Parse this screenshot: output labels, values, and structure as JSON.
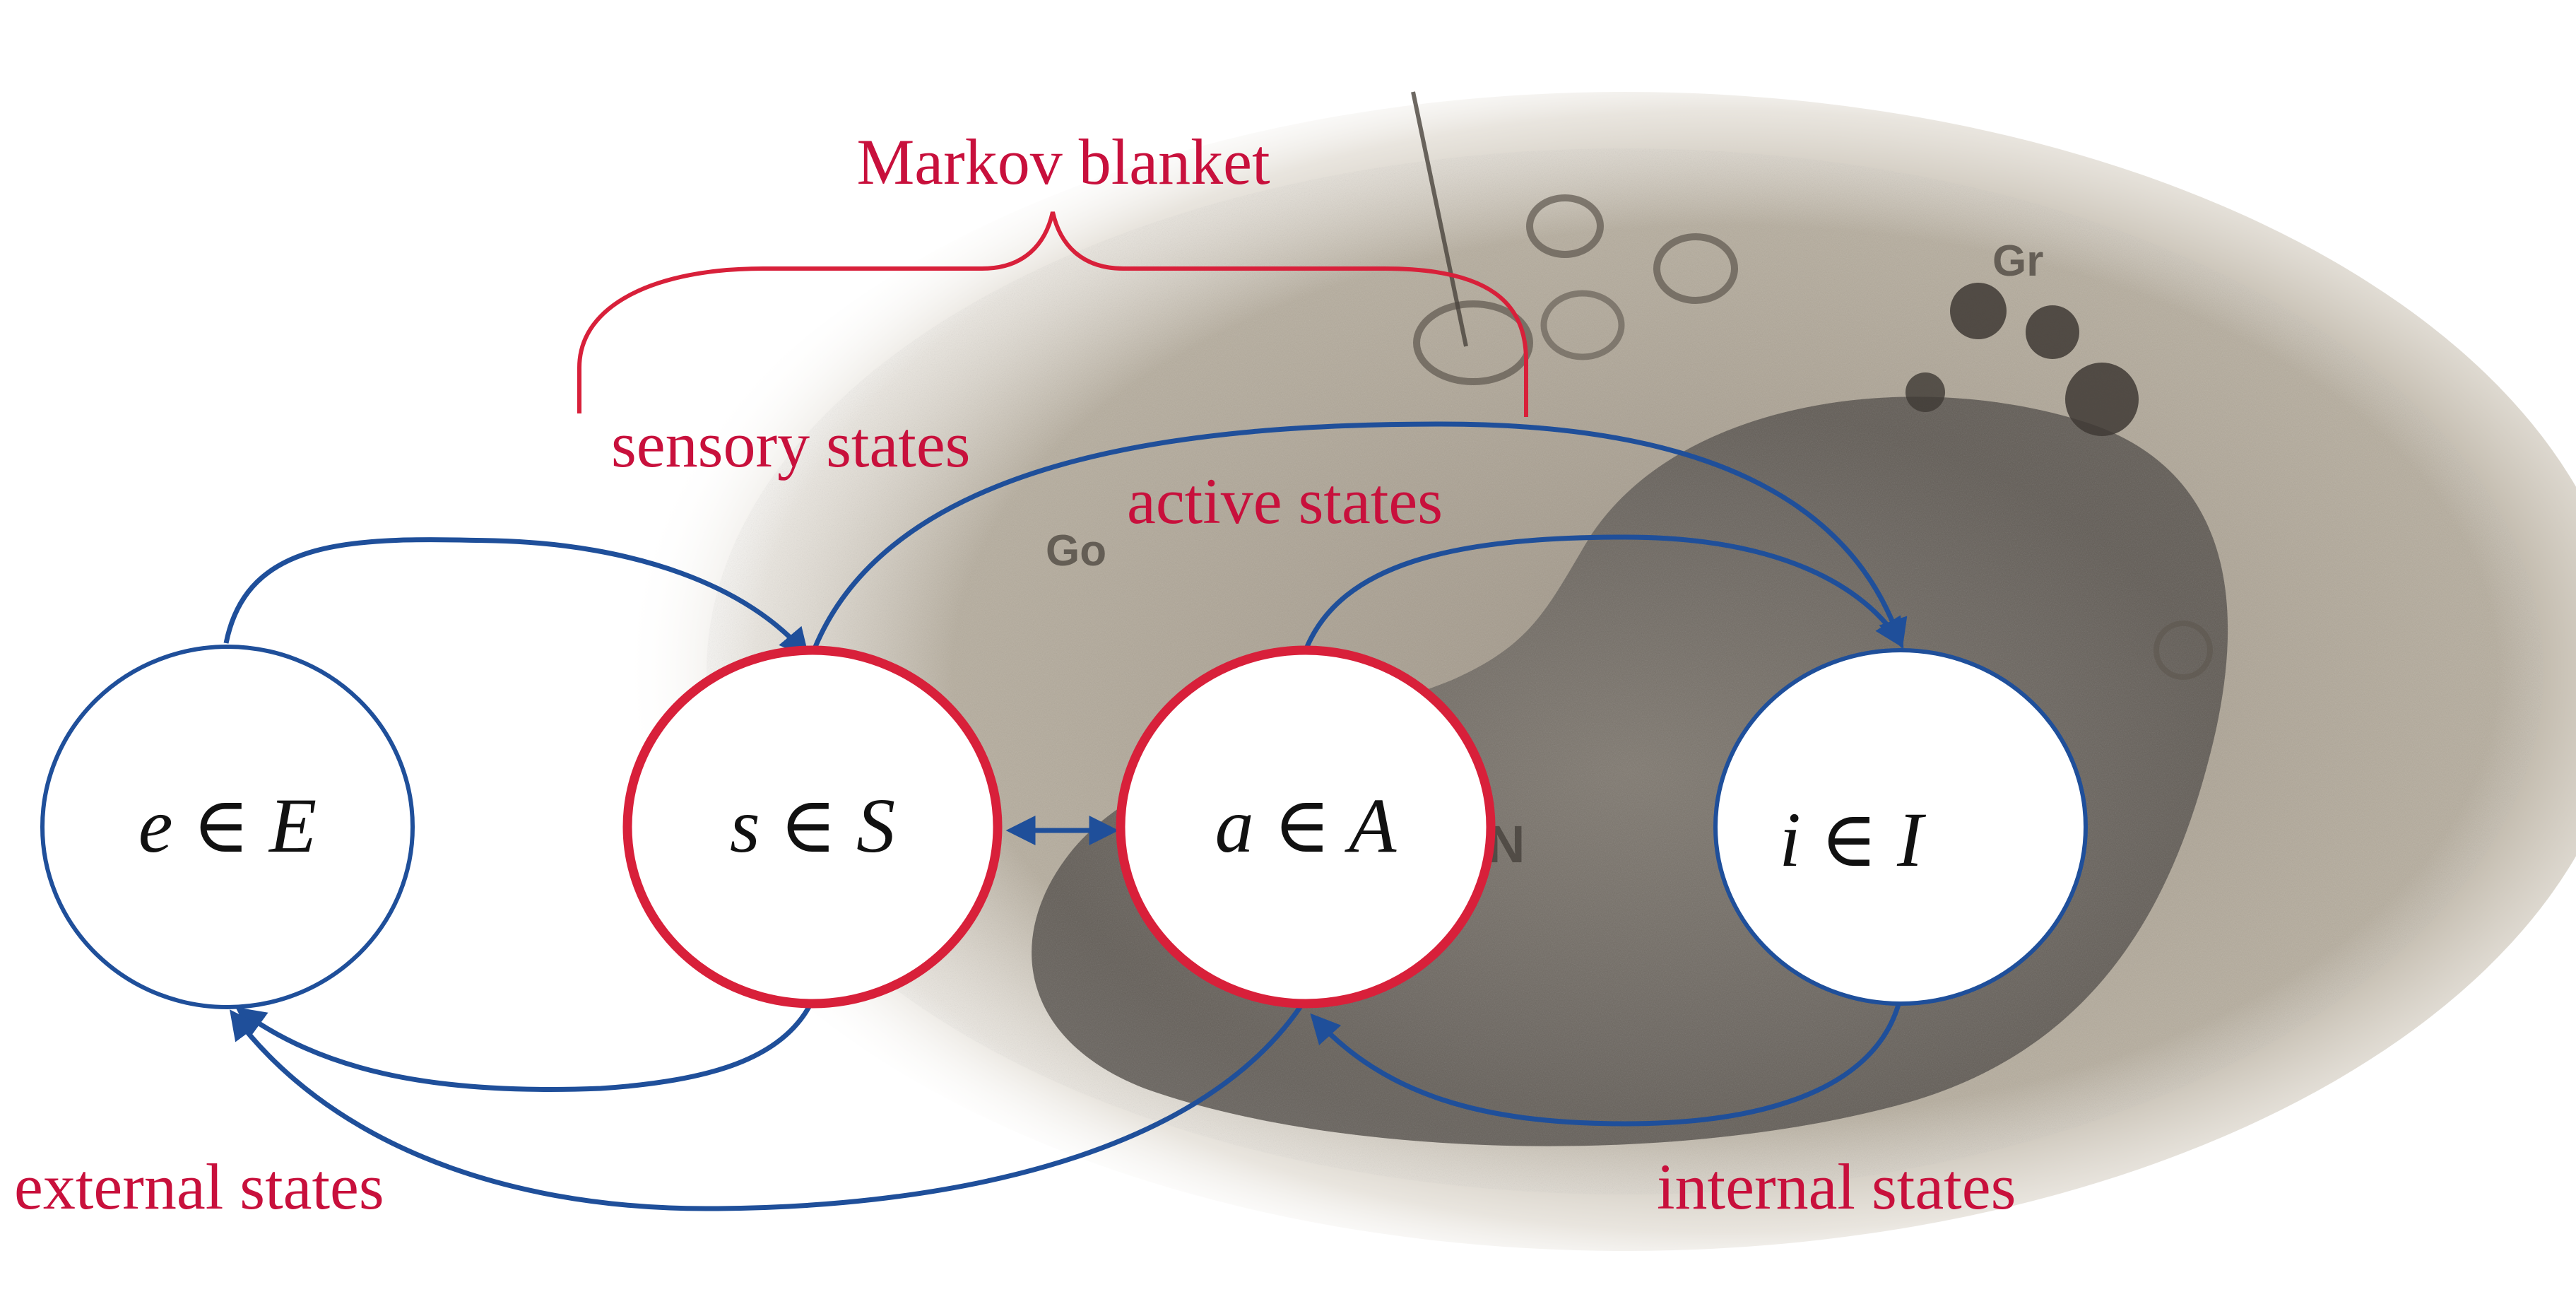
{
  "title": "Markov blanket",
  "nodes": {
    "external": {
      "label": "e ∈ E",
      "caption": "external states"
    },
    "sensory": {
      "label": "s ∈ S",
      "caption": "sensory states"
    },
    "active": {
      "label": "a ∈ A",
      "caption": "active states"
    },
    "internal": {
      "label": "i ∈ I",
      "caption": "internal states"
    }
  },
  "background_annotations": {
    "go": "Go",
    "gr": "Gr",
    "n": "N"
  },
  "colors": {
    "blanket": "#d8203a",
    "arrow": "#1f4f9a",
    "caption": "#c8103c",
    "node_fill": "#ffffff",
    "cell_body": "#a69c8c",
    "nucleus": "#5f5a55"
  }
}
